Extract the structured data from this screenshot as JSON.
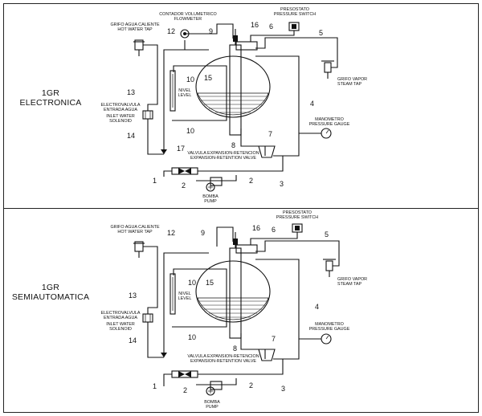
{
  "panels": [
    {
      "title_line1": "1GR",
      "title_line2": "ELECTRONICA",
      "labels": {
        "hot_water_tap": [
          "GRIFO AGUA CALIENTE",
          "HOT WATER TAP"
        ],
        "flowmeter": [
          "CONTADOR VOLUMETRICO",
          "FLOWMETER"
        ],
        "pressure_switch": [
          "PRESOSTATO",
          "PRESSURE SWITCH"
        ],
        "steam_tap": [
          "GRIFO VAPOR",
          "STEAM TAP"
        ],
        "level": [
          "NIVEL",
          "LEVEL"
        ],
        "inlet_solenoid": [
          "ELECTROVALVULA",
          "ENTRADA AGUA",
          "INLET WATER",
          "SOLENOID"
        ],
        "pressure_gauge": [
          "MANOMETRO",
          "PRESSURE GAUGE"
        ],
        "retention_valve": [
          "VALVULA EXPANSION-RETENCION",
          "EXPANSION-RETENTION VALVE"
        ],
        "pump": [
          "BOMBA",
          "PUMP"
        ]
      },
      "numbers": {
        "n1": "1",
        "n2a": "2",
        "n2b": "2",
        "n3": "3",
        "n4": "4",
        "n5": "5",
        "n6": "6",
        "n7": "7",
        "n8": "8",
        "n9": "9",
        "n10a": "10",
        "n10b": "10",
        "n12": "12",
        "n13": "13",
        "n14": "14",
        "n15": "15",
        "n16": "16",
        "n17": "17"
      }
    },
    {
      "title_line1": "1GR",
      "title_line2": "SEMIAUTOMATICA",
      "labels": {
        "hot_water_tap": [
          "GRIFO AGUA CALIENTE",
          "HOT WATER TAP"
        ],
        "pressure_switch": [
          "PRESOSTATO",
          "PRESSURE SWITCH"
        ],
        "steam_tap": [
          "GRIFO VAPOR",
          "STEAM TAP"
        ],
        "level": [
          "NIVEL",
          "LEVEL"
        ],
        "inlet_solenoid": [
          "ELECTROVALVULA",
          "ENTRADA AGUA",
          "INLET WATER",
          "SOLENOID"
        ],
        "pressure_gauge": [
          "MANOMETRO",
          "PRESSURE GAUGE"
        ],
        "retention_valve": [
          "VALVULA EXPANSION-RETENCION",
          "EXPANSION-RETENTION VALVE"
        ],
        "pump": [
          "BOMBA",
          "PUMP"
        ]
      },
      "numbers": {
        "n1": "1",
        "n2a": "2",
        "n2b": "2",
        "n3": "3",
        "n4": "4",
        "n5": "5",
        "n6": "6",
        "n7": "7",
        "n8": "8",
        "n9": "9",
        "n10a": "10",
        "n10b": "10",
        "n12": "12",
        "n13": "13",
        "n14": "14",
        "n15": "15",
        "n16": "16"
      }
    }
  ]
}
